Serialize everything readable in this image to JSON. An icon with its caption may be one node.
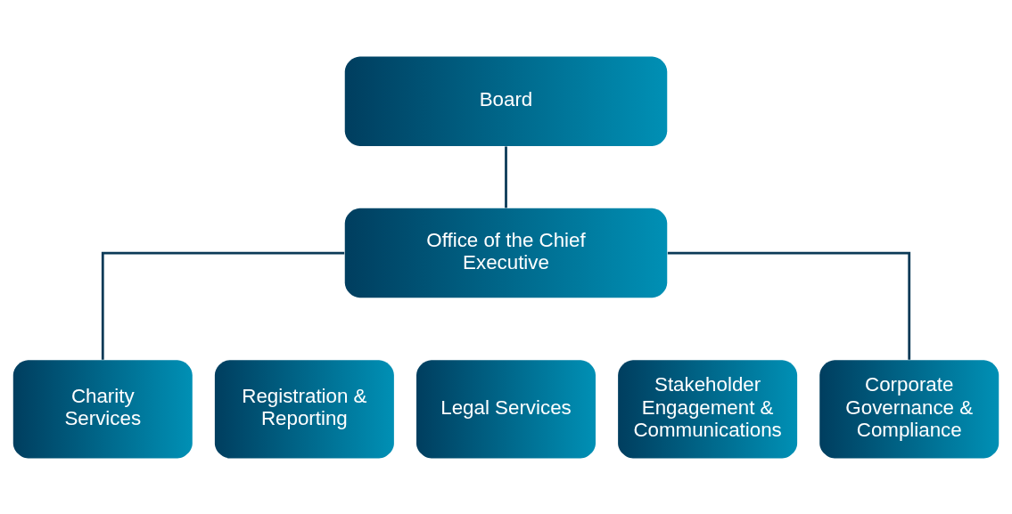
{
  "diagram": {
    "nodes": [
      {
        "text": [
          "Board"
        ]
      },
      {
        "text": [
          "Office of the Chief Executive"
        ]
      },
      {
        "text": [
          "Charity Services"
        ]
      },
      {
        "text": [
          "Registration & Reporting"
        ]
      },
      {
        "text": [
          "Legal Services"
        ]
      },
      {
        "text": [
          "Stakeholder Engagement & Communications"
        ]
      },
      {
        "text": [
          "Corporate Governance & Compliance"
        ]
      }
    ],
    "edges": [
      {
        "from": 0,
        "to": 1,
        "arrow": "none"
      },
      {
        "from": 1,
        "to": 2,
        "arrow": "none"
      },
      {
        "from": 1,
        "to": 6,
        "arrow": "none"
      }
    ]
  }
}
